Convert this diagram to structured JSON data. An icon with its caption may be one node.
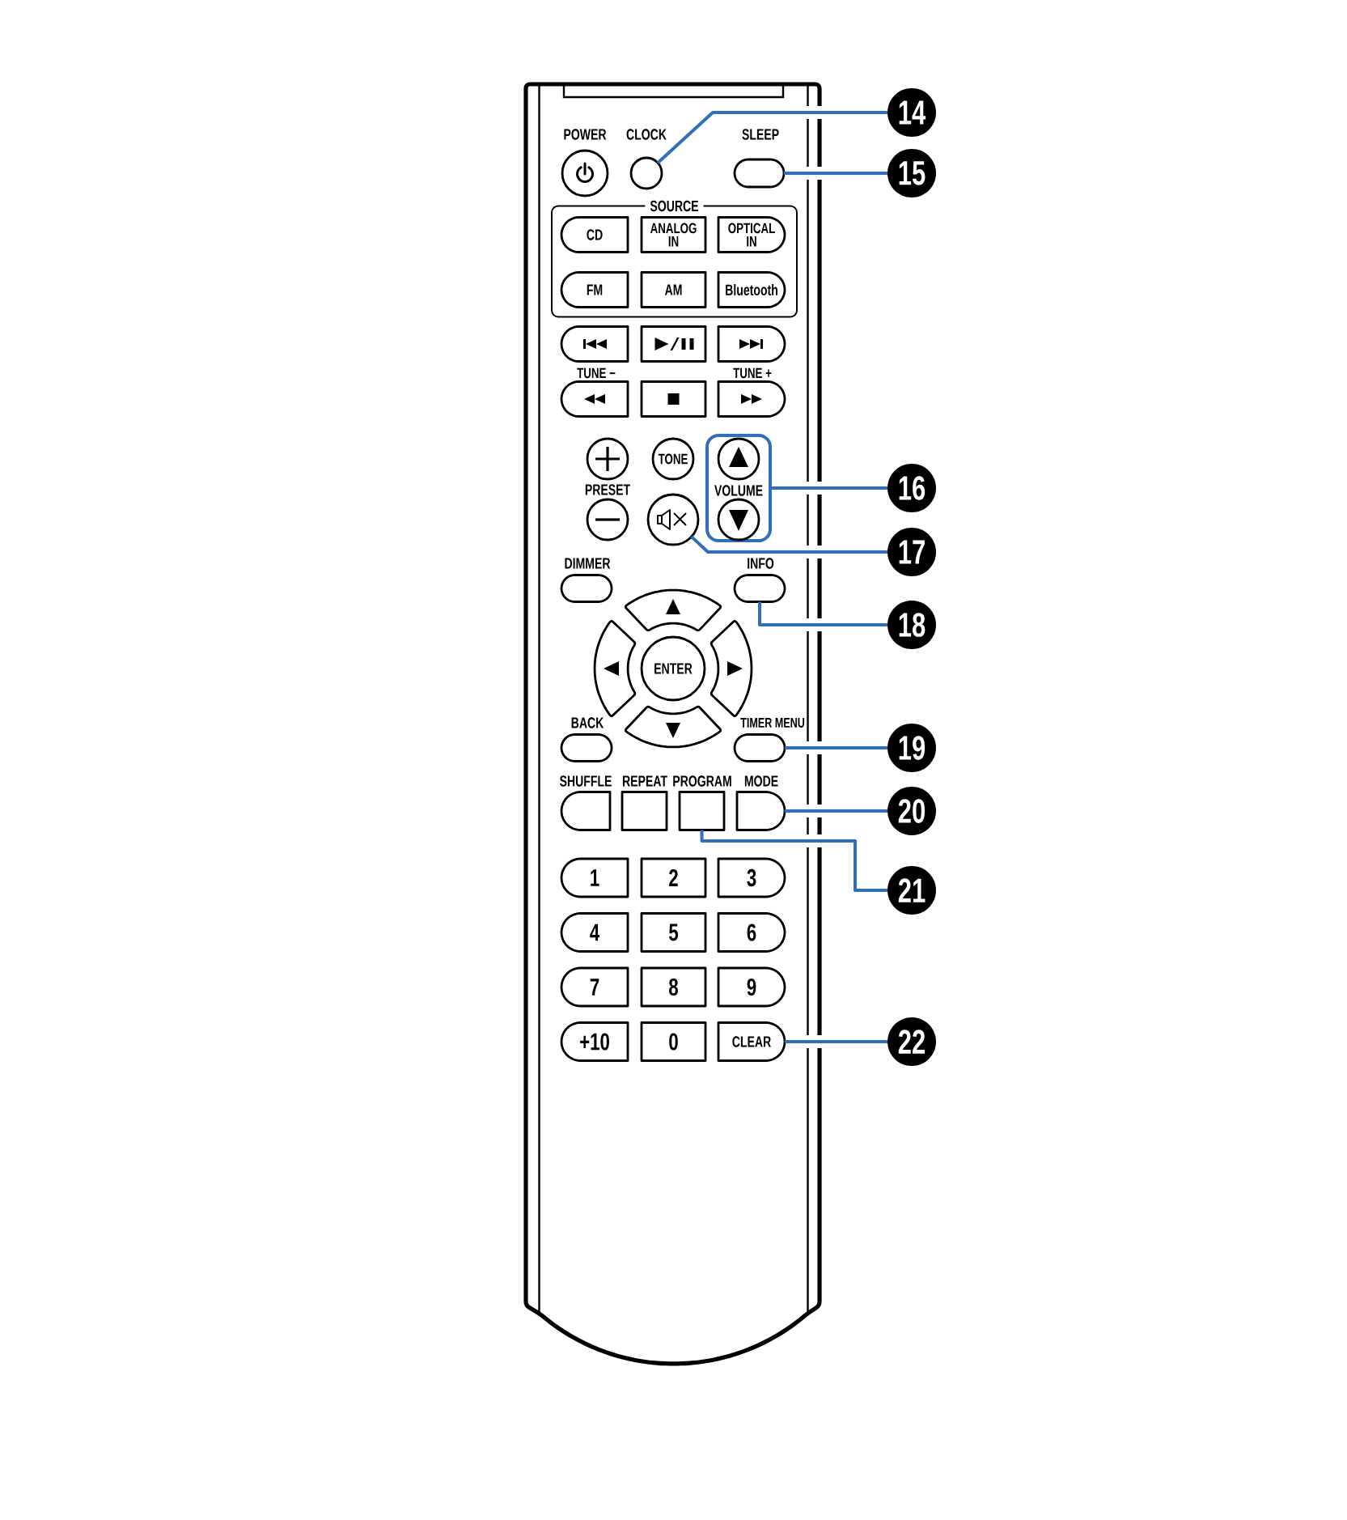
{
  "diagram": {
    "nodes": [
      {
        "text": [
          "POWER"
        ]
      },
      {
        "text": [
          "CLOCK"
        ]
      },
      {
        "text": [
          "SLEEP"
        ]
      },
      {
        "text": [
          "14"
        ]
      },
      {
        "text": [
          "15"
        ]
      },
      {
        "text": [
          "SOURCE"
        ]
      },
      {
        "text": [
          "CD"
        ],
        "in": 5
      },
      {
        "text": [
          "ANALOG IN"
        ],
        "in": 5
      },
      {
        "text": [
          "OPTICAL IN"
        ],
        "in": 5
      },
      {
        "text": [
          "FM"
        ],
        "in": 5
      },
      {
        "text": [
          "AM"
        ],
        "in": 5
      },
      {
        "text": [
          "Bluetooth"
        ],
        "in": 5
      },
      {
        "text": [],
        "shape": "box"
      },
      {
        "text": [],
        "shape": "box"
      },
      {
        "text": [],
        "shape": "box"
      },
      {
        "text": [
          "TUNE −"
        ]
      },
      {
        "text": [],
        "shape": "box"
      },
      {
        "text": [
          "TUNE +"
        ]
      },
      {
        "text": [],
        "shape": "circle"
      },
      {
        "text": [
          "TONE"
        ]
      },
      {
        "text": [
          "VOLUME"
        ]
      },
      {
        "text": [],
        "shape": "circle",
        "in": 20
      },
      {
        "text": [
          "16"
        ]
      },
      {
        "text": [],
        "shape": "circle"
      },
      {
        "text": [],
        "shape": "circle"
      },
      {
        "text": [],
        "shape": "circle",
        "in": 20
      },
      {
        "text": [
          "17"
        ]
      },
      {
        "text": [
          "DIMMER"
        ]
      },
      {
        "text": [
          "INFO"
        ]
      },
      {
        "text": [
          "18"
        ]
      },
      {
        "text": [],
        "shape": "arc"
      },
      {
        "text": [],
        "shape": "arc"
      },
      {
        "text": [
          "ENTER"
        ]
      },
      {
        "text": [],
        "shape": "arc"
      },
      {
        "text": [],
        "shape": "arc"
      },
      {
        "text": [
          "BACK"
        ]
      },
      {
        "text": [
          "TIMER MENU"
        ]
      },
      {
        "text": [
          "19"
        ]
      },
      {
        "text": [
          "SHUFFLE"
        ]
      },
      {
        "text": [
          "REPEAT"
        ]
      },
      {
        "text": [
          "PROGRAM"
        ]
      },
      {
        "text": [
          "MODE"
        ]
      },
      {
        "text": [
          "20"
        ]
      },
      {
        "text": [
          "21"
        ]
      },
      {
        "text": [
          "1"
        ]
      },
      {
        "text": [
          "2"
        ]
      },
      {
        "text": [
          "3"
        ]
      },
      {
        "text": [
          "4"
        ]
      },
      {
        "text": [
          "5"
        ]
      },
      {
        "text": [
          "6"
        ]
      },
      {
        "text": [
          "7"
        ]
      },
      {
        "text": [
          "8"
        ]
      },
      {
        "text": [
          "9"
        ]
      },
      {
        "text": [
          "+10"
        ]
      },
      {
        "text": [
          "0"
        ]
      },
      {
        "text": [
          "CLEAR"
        ]
      },
      {
        "text": [
          "22"
        ]
      }
    ],
    "edges": [
      {
        "from": 3,
        "to": 1,
        "arrow": "none"
      },
      {
        "from": 4,
        "to": 2,
        "arrow": "none"
      },
      {
        "from": 22,
        "to": 20,
        "arrow": "none"
      },
      {
        "from": 26,
        "to": 24,
        "arrow": "none"
      },
      {
        "from": 29,
        "to": 28,
        "arrow": "none"
      },
      {
        "from": 37,
        "to": 36,
        "arrow": "none"
      },
      {
        "from": 42,
        "to": 41,
        "arrow": "none"
      },
      {
        "from": 43,
        "to": 40,
        "arrow": "none"
      },
      {
        "from": 56,
        "to": 55,
        "arrow": "none"
      }
    ],
    "labels": [
      "PRESET"
    ]
  }
}
